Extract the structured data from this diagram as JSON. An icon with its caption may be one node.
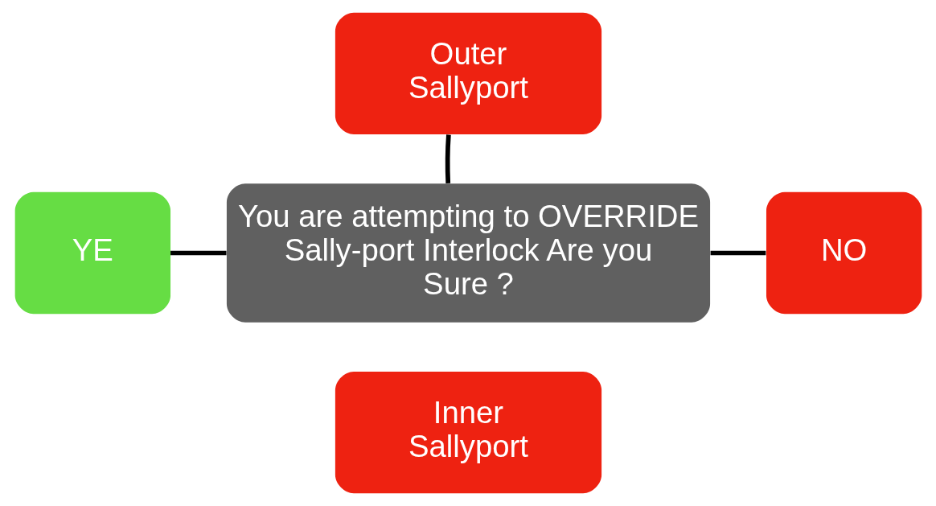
{
  "diagram": {
    "nodes": [
      {
        "text": [
          "Outer Sallyport"
        ]
      },
      {
        "text": [
          "YE"
        ]
      },
      {
        "text": [
          "You are attempting to OVERRIDE Sally-port Interlock Are you Sure ?"
        ]
      },
      {
        "text": [
          "NO"
        ]
      },
      {
        "text": [
          "Inner Sallyport"
        ]
      }
    ],
    "edges": [
      {
        "from": 0,
        "to": 2,
        "arrow": "none"
      },
      {
        "from": 1,
        "to": 2,
        "arrow": "none"
      },
      {
        "from": 2,
        "to": 3,
        "arrow": "none"
      }
    ]
  }
}
